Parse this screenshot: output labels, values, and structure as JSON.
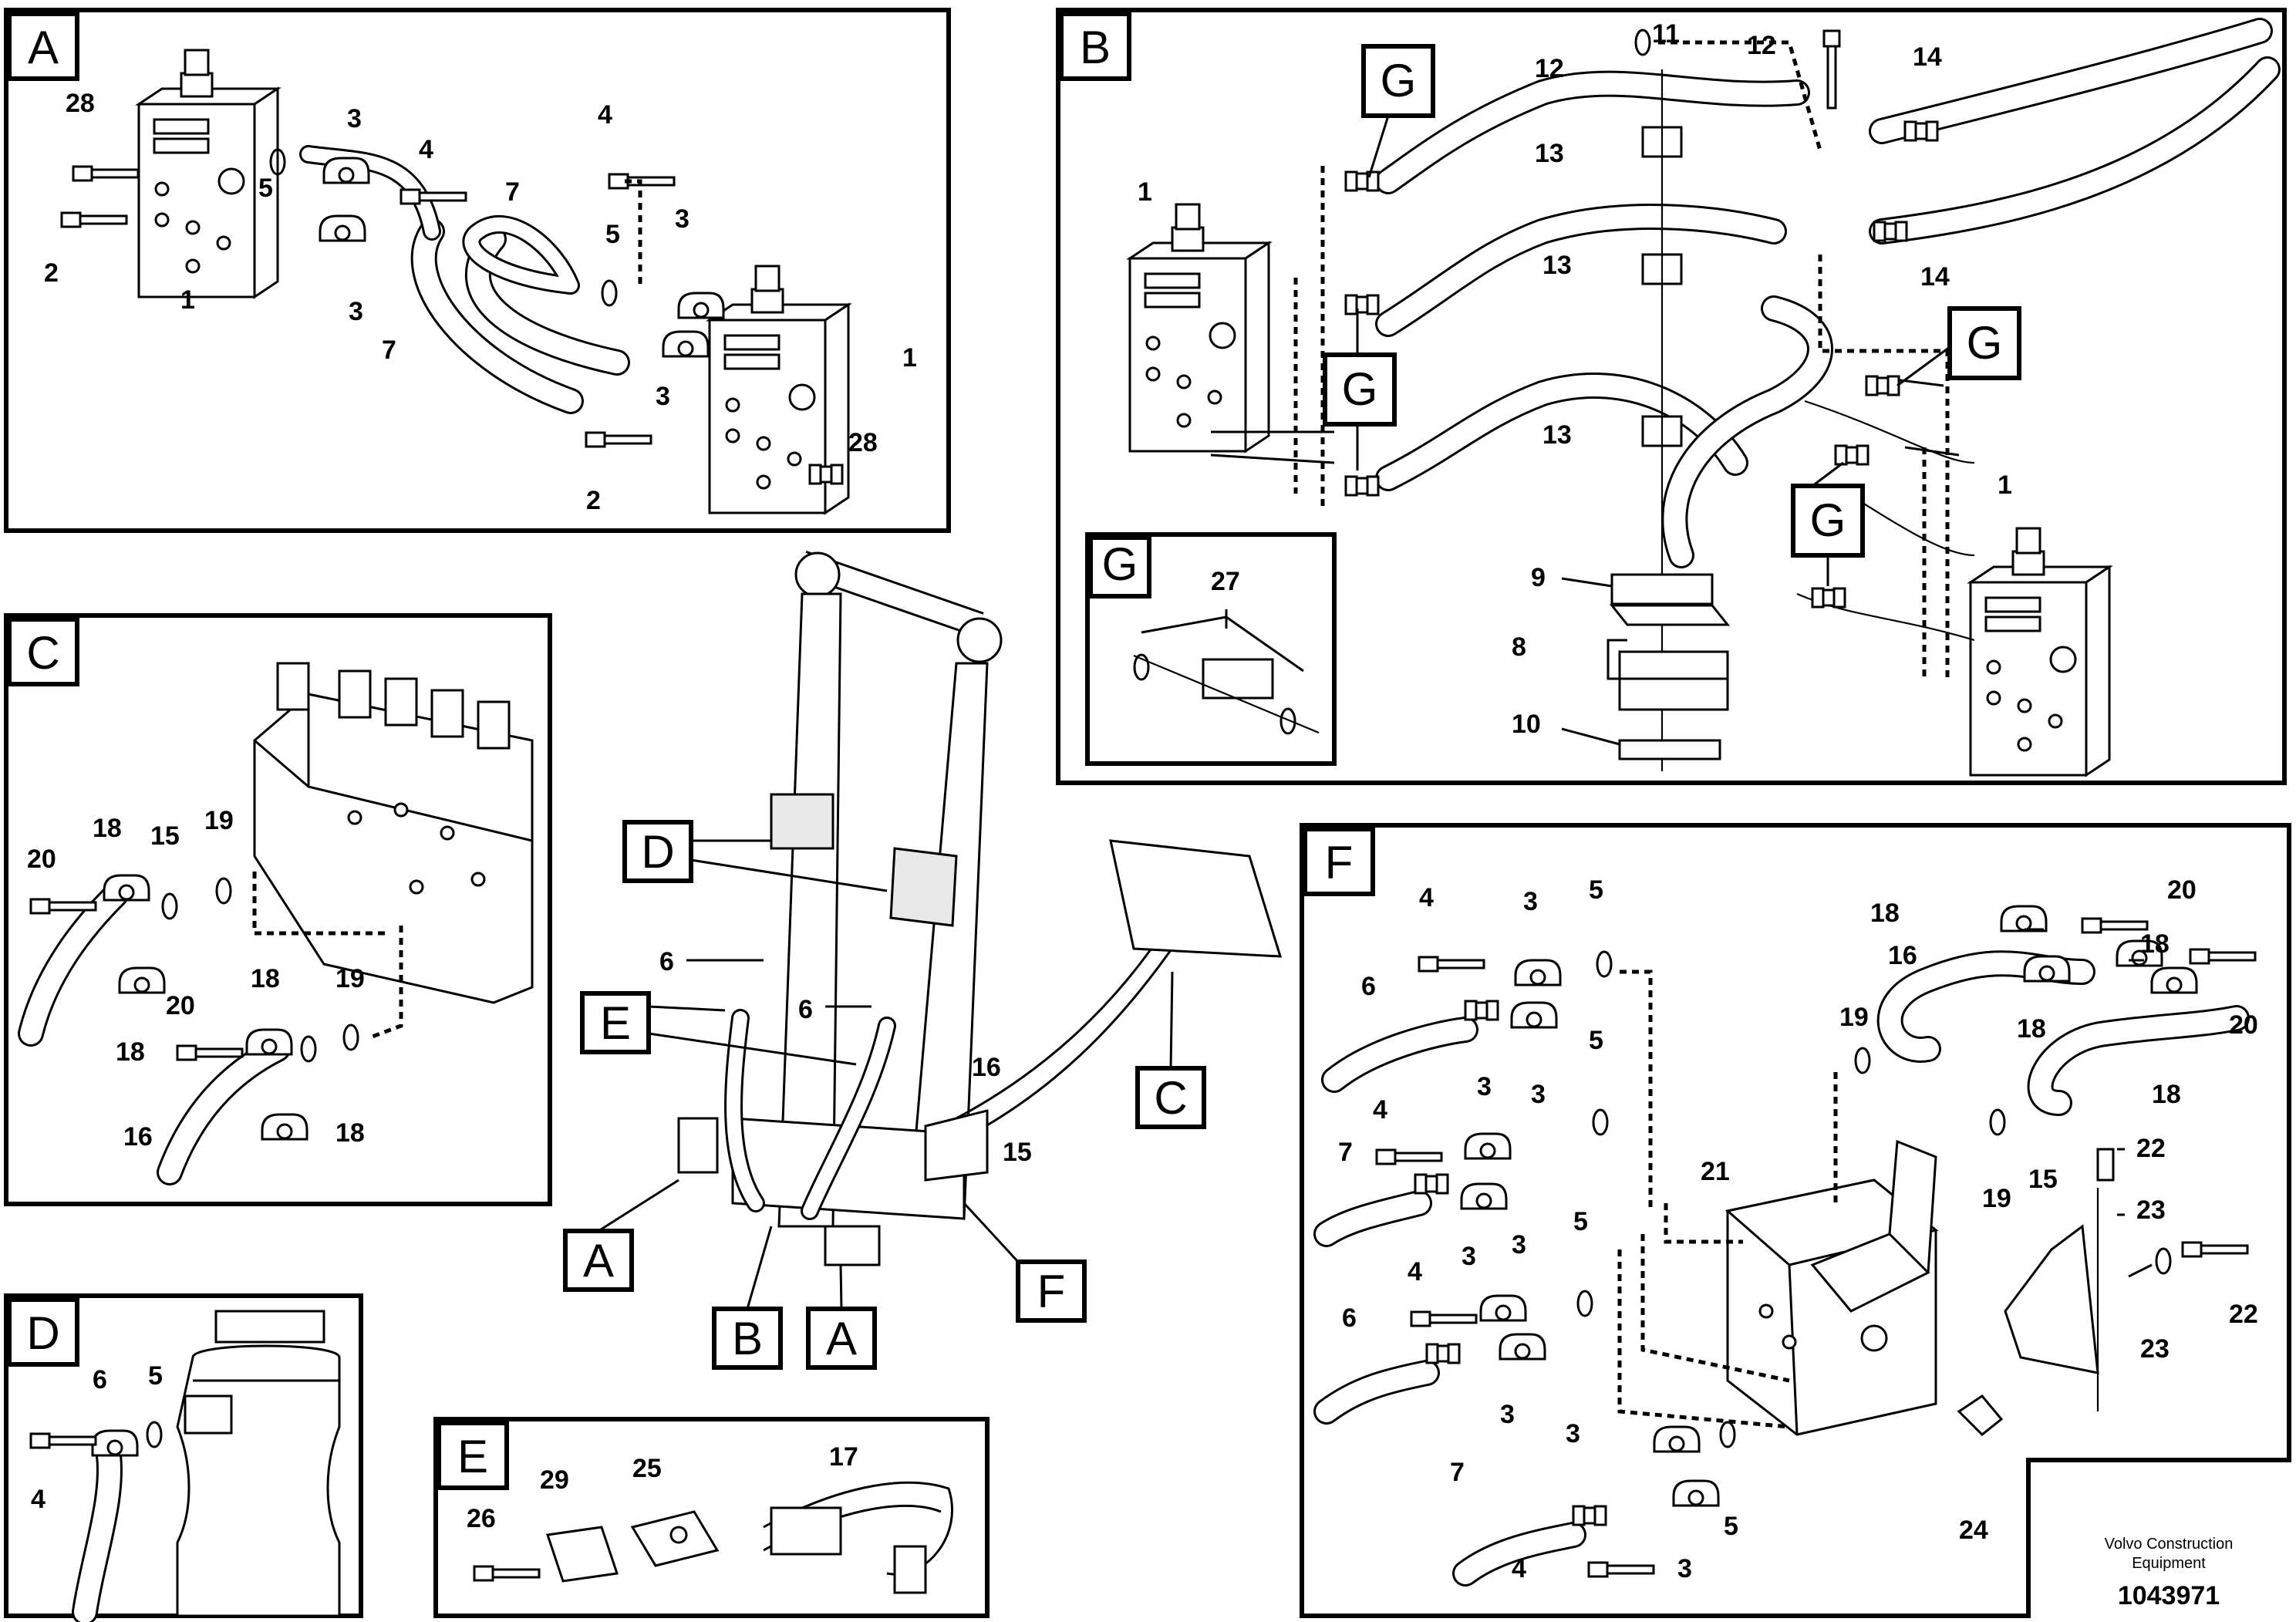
{
  "sections": {
    "A": "A",
    "B": "B",
    "C": "C",
    "D": "D",
    "E": "E",
    "F": "F",
    "G": "G"
  },
  "callouts_overview": {
    "D": "D",
    "E": "E",
    "C": "C",
    "A1": "A",
    "A2": "A",
    "B": "B",
    "F": "F",
    "n6a": "6",
    "n6b": "6",
    "n16": "16",
    "n15": "15"
  },
  "callouts_B_g": [
    "G",
    "G",
    "G",
    "G"
  ],
  "labels_A": [
    "28",
    "3",
    "4",
    "4",
    "5",
    "7",
    "5",
    "3",
    "2",
    "3",
    "7",
    "1",
    "3",
    "1",
    "2",
    "28"
  ],
  "labels_B": [
    "12",
    "11",
    "14",
    "13",
    "1",
    "13",
    "14",
    "13",
    "9",
    "8",
    "10",
    "1",
    "27"
  ],
  "labels_C": [
    "20",
    "18",
    "15",
    "19",
    "18",
    "20",
    "18",
    "19",
    "16",
    "18"
  ],
  "labels_D": [
    "6",
    "5",
    "4"
  ],
  "labels_E": [
    "17",
    "29",
    "25",
    "26"
  ],
  "labels_F": [
    "4",
    "3",
    "5",
    "6",
    "3",
    "5",
    "4",
    "3",
    "7",
    "3",
    "5",
    "4",
    "3",
    "6",
    "3",
    "3",
    "5",
    "7",
    "4",
    "3",
    "21",
    "19",
    "16",
    "18",
    "20",
    "18",
    "18",
    "20",
    "18",
    "15",
    "19",
    "22",
    "23",
    "23",
    "22",
    "24"
  ],
  "brand": {
    "line1": "Volvo Construction",
    "line2": "Equipment",
    "doc": "1043971"
  }
}
